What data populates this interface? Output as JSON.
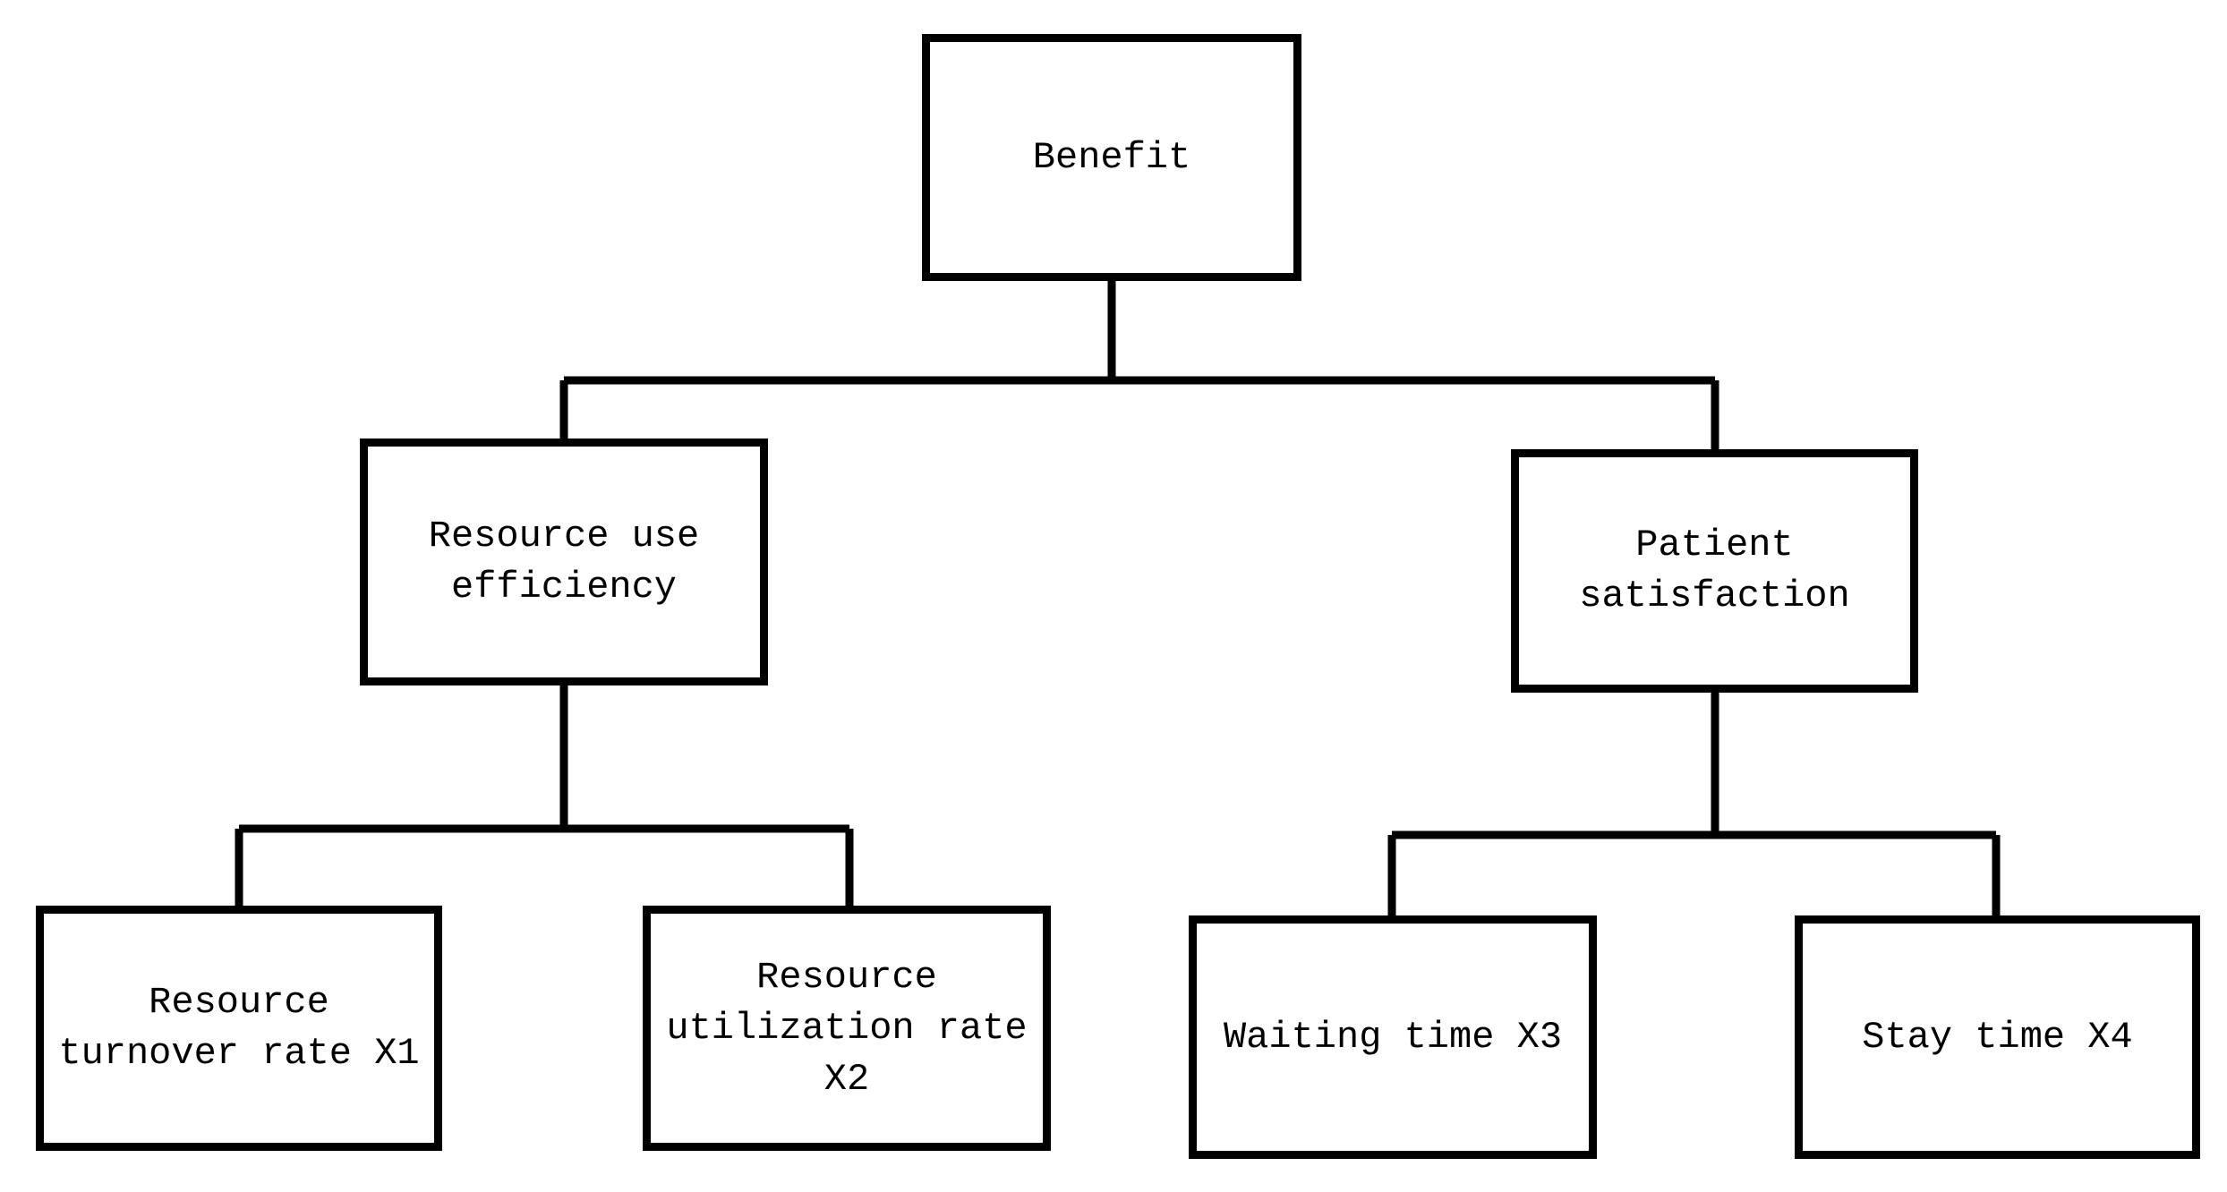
{
  "diagram": {
    "background_color": "#ffffff",
    "line_color": "#000000",
    "nodes": {
      "benefit": {
        "label": "Benefit",
        "lines": [
          "Benefit"
        ],
        "level": 1
      },
      "resource_use_efficiency": {
        "label": "Resource use efficiency",
        "lines": [
          "Resource use",
          "efficiency"
        ],
        "level": 2
      },
      "patient_satisfaction": {
        "label": "Patient satisfaction",
        "lines": [
          "Patient",
          "satisfaction"
        ],
        "level": 2
      },
      "resource_turnover_rate": {
        "label": "Resource turnover rate X1",
        "lines": [
          "Resource",
          "turnover rate X1"
        ],
        "level": 3
      },
      "resource_utilization_rate": {
        "label": "Resource utilization rate X2",
        "lines": [
          "Resource",
          "utilization rate",
          "X2"
        ],
        "level": 3
      },
      "waiting_time": {
        "label": "Waiting time X3",
        "lines": [
          "Waiting time X3"
        ],
        "level": 3
      },
      "stay_time": {
        "label": "Stay time X4",
        "lines": [
          "Stay time X4"
        ],
        "level": 3
      }
    },
    "edges": [
      {
        "from": "benefit",
        "to": "resource_use_efficiency"
      },
      {
        "from": "benefit",
        "to": "patient_satisfaction"
      },
      {
        "from": "resource_use_efficiency",
        "to": "resource_turnover_rate"
      },
      {
        "from": "resource_use_efficiency",
        "to": "resource_utilization_rate"
      },
      {
        "from": "patient_satisfaction",
        "to": "waiting_time"
      },
      {
        "from": "patient_satisfaction",
        "to": "stay_time"
      }
    ]
  }
}
